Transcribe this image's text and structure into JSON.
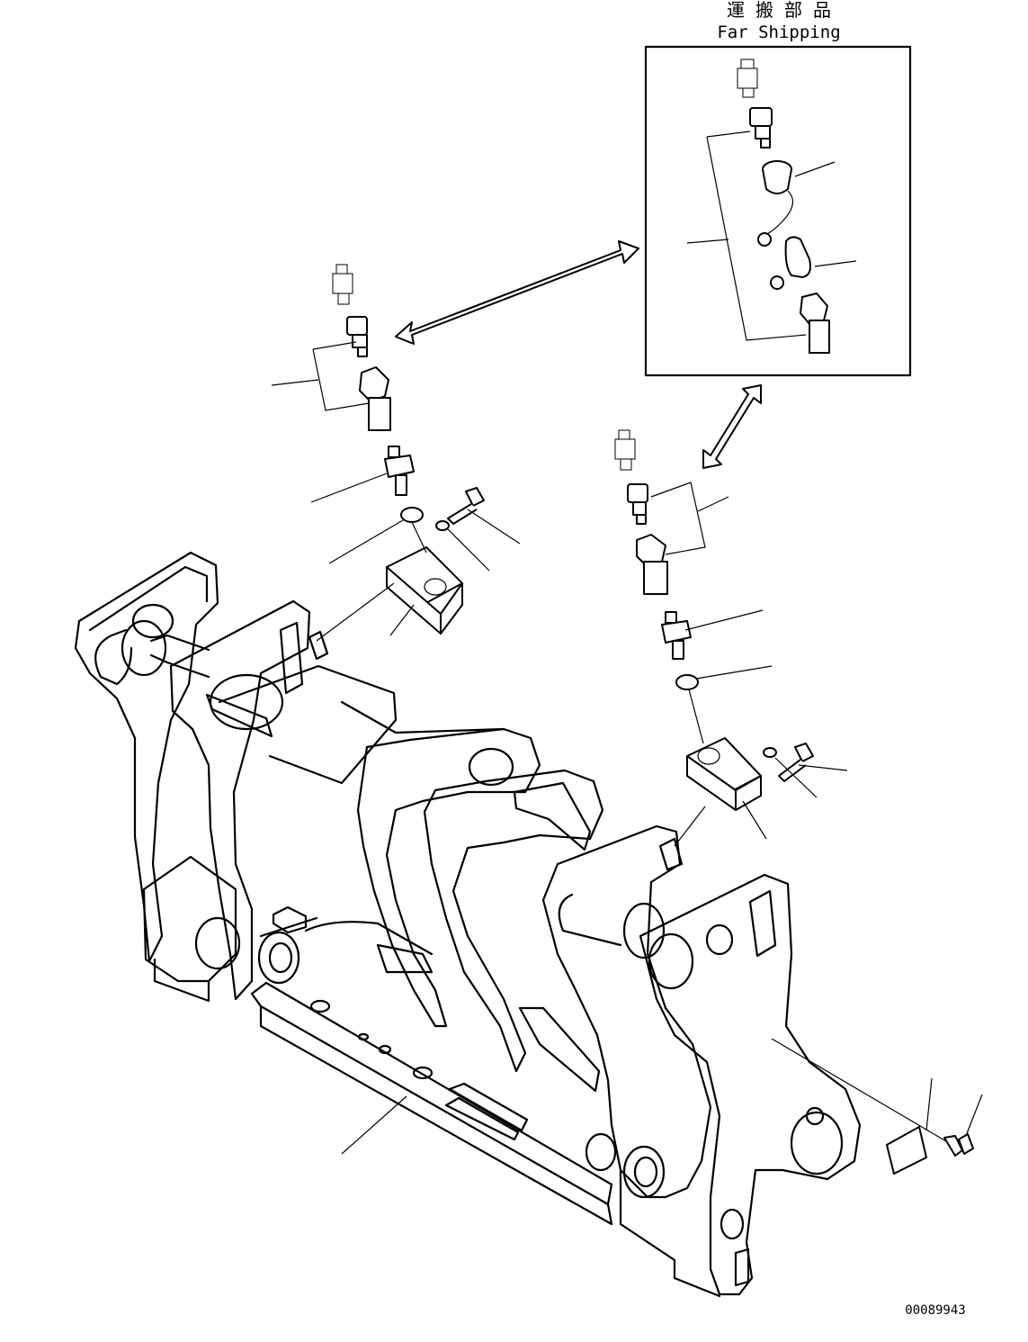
{
  "header": {
    "title_jp": "運 搬 部 品",
    "title_en": "Far Shipping"
  },
  "footer": {
    "drawing_number": "00089943"
  },
  "colors": {
    "ink": "#000000",
    "paper": "#ffffff"
  }
}
